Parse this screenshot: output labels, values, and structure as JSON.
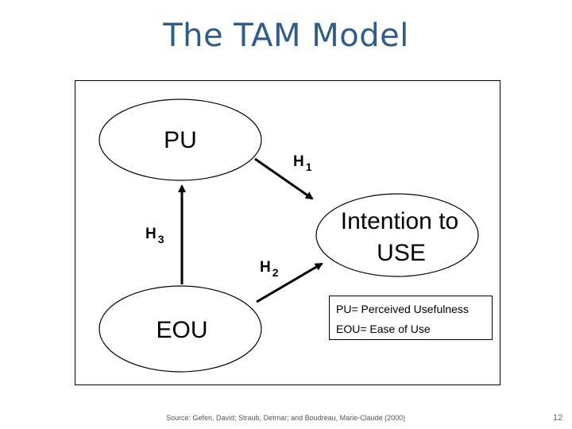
{
  "title": "The TAM Model",
  "diagram": {
    "nodes": {
      "pu": "PU",
      "eou": "EOU",
      "intention_line1": "Intention to",
      "intention_line2": "USE"
    },
    "hypotheses": {
      "h1": {
        "main": "H",
        "sub": "1"
      },
      "h2": {
        "main": "H",
        "sub": "2"
      },
      "h3": {
        "main": "H",
        "sub": "3"
      }
    },
    "legend": {
      "pu": "PU= Perceived Usefulness",
      "eou": "EOU= Ease of Use"
    }
  },
  "footer": {
    "source": "Source: Gefen, David; Straub, Detmar; and Boudreau, Marie-Claude (2000)",
    "page_number": "12"
  }
}
